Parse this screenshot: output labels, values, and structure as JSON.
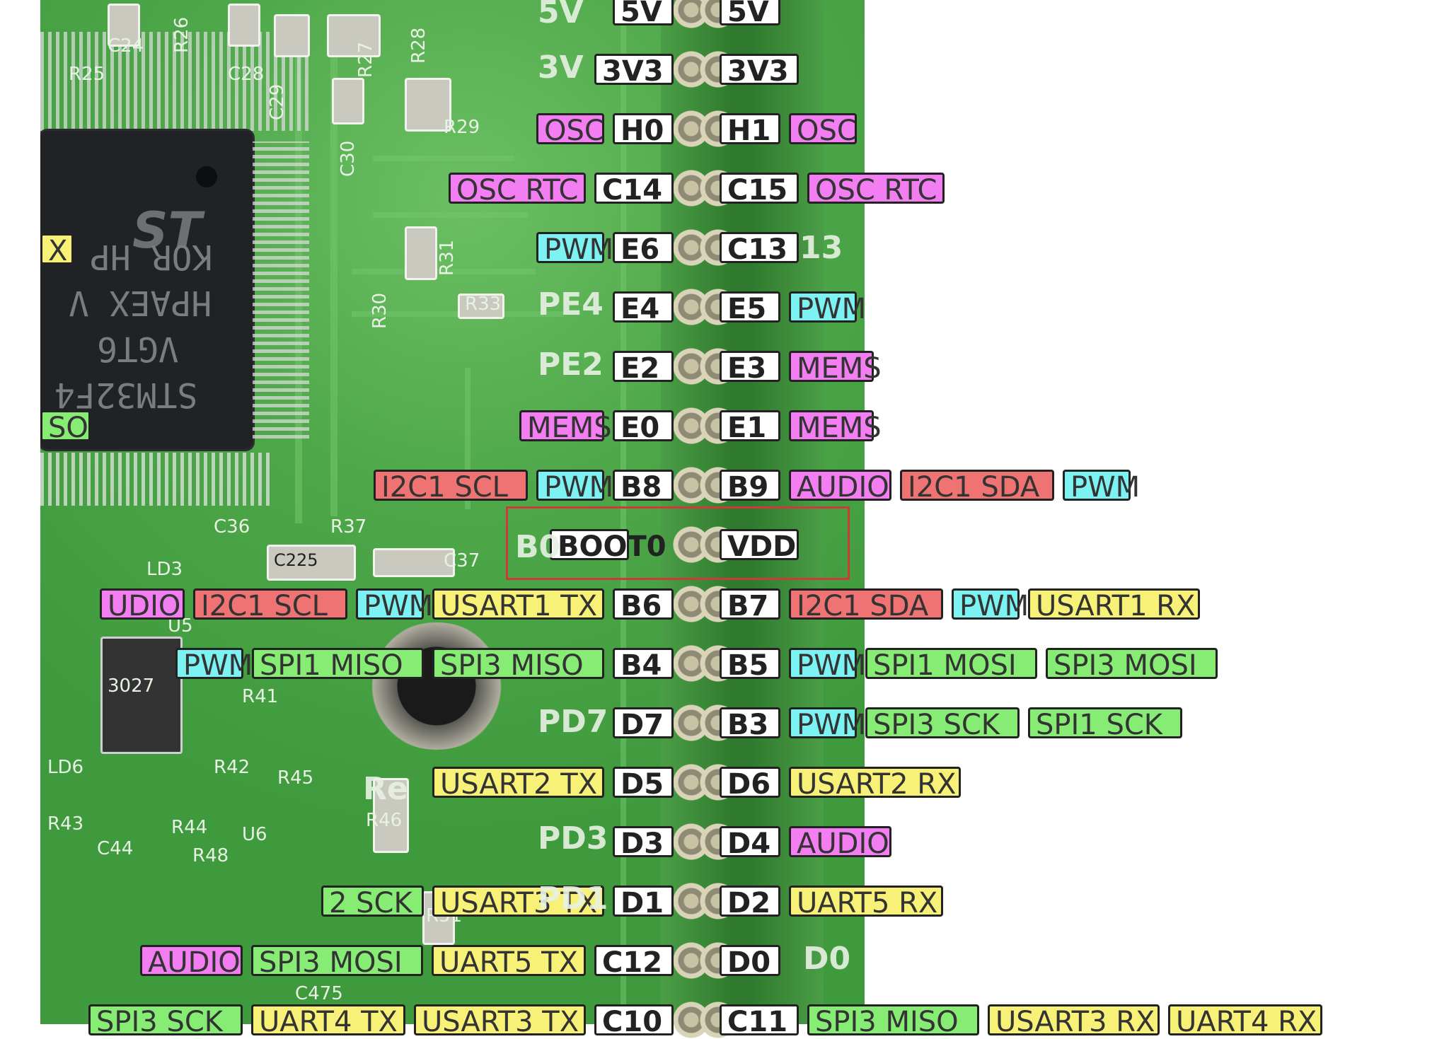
{
  "colors": {
    "osc": "#f27ef2",
    "mems": "#f27ef2",
    "audio": "#f27ef2",
    "pwm": "#7df2f2",
    "i2c": "#f07373",
    "usart": "#f7f277",
    "spi": "#86ec74",
    "pin": "#ffffff",
    "highlight": "#cc3b37",
    "board": "#4ea84a"
  },
  "chip_text": {
    "line1": "STM32F4",
    "line2": "VGT6",
    "line3": "HPAEX V",
    "line4": "KOR HP"
  },
  "board_silk": {
    "c24": "C24",
    "r26": "R26",
    "r25": "R25",
    "c28": "C28",
    "r27": "R27",
    "r28": "R28",
    "c29": "C29",
    "r29": "R29",
    "c30": "C30",
    "r31": "R31",
    "r33": "R33",
    "r30": "R30",
    "c36": "C36",
    "r37": "R37",
    "c225": "C225",
    "c37": "C37",
    "ld3": "LD3",
    "r41": "R41",
    "r42": "R42",
    "r45": "R45",
    "r43": "R43",
    "r44": "R44",
    "r46": "R46",
    "r48": "R48",
    "c44": "C44",
    "u6": "U6",
    "r51": "R51",
    "c475": "C475",
    "ld6": "LD6",
    "u5": "U5",
    "chip_marking": "3027",
    "pe4": "PE4",
    "pe2": "PE2",
    "pd7": "PD7",
    "pd3": "PD3",
    "pd1": "PD1",
    "v5": "5V",
    "v3": "3V",
    "n13": "13",
    "d0_silk": "D0",
    "b0_silk": "B0",
    "re_silk": "Re"
  },
  "rows": [
    {
      "left": [
        {
          "t": "5V",
          "c": "pin"
        }
      ],
      "right": [
        {
          "t": "5V",
          "c": "pin"
        }
      ]
    },
    {
      "left": [
        {
          "t": "3V3",
          "c": "pin"
        }
      ],
      "right": [
        {
          "t": "3V3",
          "c": "pin"
        }
      ]
    },
    {
      "left": [
        {
          "t": "OSC",
          "c": "osc"
        },
        {
          "t": "H0",
          "c": "pin"
        }
      ],
      "right": [
        {
          "t": "H1",
          "c": "pin"
        },
        {
          "t": "OSC",
          "c": "osc"
        }
      ]
    },
    {
      "left": [
        {
          "t": "OSC RTC",
          "c": "osc"
        },
        {
          "t": "C14",
          "c": "pin"
        }
      ],
      "right": [
        {
          "t": "C15",
          "c": "pin"
        },
        {
          "t": "OSC RTC",
          "c": "osc"
        }
      ]
    },
    {
      "left": [
        {
          "t": "PWM",
          "c": "pwm"
        },
        {
          "t": "E6",
          "c": "pin"
        }
      ],
      "right": [
        {
          "t": "C13",
          "c": "pin"
        }
      ]
    },
    {
      "left": [
        {
          "t": "E4",
          "c": "pin"
        }
      ],
      "right": [
        {
          "t": "E5",
          "c": "pin"
        },
        {
          "t": "PWM",
          "c": "pwm"
        }
      ]
    },
    {
      "left": [
        {
          "t": "E2",
          "c": "pin"
        }
      ],
      "right": [
        {
          "t": "E3",
          "c": "pin"
        },
        {
          "t": "MEMS",
          "c": "mems"
        }
      ]
    },
    {
      "left": [
        {
          "t": "MEMS",
          "c": "mems"
        },
        {
          "t": "E0",
          "c": "pin"
        }
      ],
      "right": [
        {
          "t": "E1",
          "c": "pin"
        },
        {
          "t": "MEMS",
          "c": "mems"
        }
      ]
    },
    {
      "left": [
        {
          "t": "I2C1 SCL",
          "c": "i2c"
        },
        {
          "t": "PWM",
          "c": "pwm"
        },
        {
          "t": "B8",
          "c": "pin"
        }
      ],
      "right": [
        {
          "t": "B9",
          "c": "pin"
        },
        {
          "t": "AUDIO",
          "c": "audio"
        },
        {
          "t": "I2C1 SDA",
          "c": "i2c"
        },
        {
          "t": "PWM",
          "c": "pwm"
        }
      ]
    },
    {
      "left": [
        {
          "t": "BOOT0",
          "c": "pin"
        }
      ],
      "right": [
        {
          "t": "VDD",
          "c": "pin"
        }
      ]
    },
    {
      "left": [
        {
          "t": "UDIO",
          "c": "audio"
        },
        {
          "t": "I2C1 SCL",
          "c": "i2c"
        },
        {
          "t": "PWM",
          "c": "pwm"
        },
        {
          "t": "USART1 TX",
          "c": "usart"
        },
        {
          "t": "B6",
          "c": "pin"
        }
      ],
      "right": [
        {
          "t": "B7",
          "c": "pin"
        },
        {
          "t": "I2C1 SDA",
          "c": "i2c"
        },
        {
          "t": "PWM",
          "c": "pwm"
        },
        {
          "t": "USART1 RX",
          "c": "usart"
        }
      ]
    },
    {
      "left": [
        {
          "t": "PWM",
          "c": "pwm"
        },
        {
          "t": "SPI1 MISO",
          "c": "spi"
        },
        {
          "t": "SPI3 MISO",
          "c": "spi"
        },
        {
          "t": "B4",
          "c": "pin"
        }
      ],
      "right": [
        {
          "t": "B5",
          "c": "pin"
        },
        {
          "t": "PWM",
          "c": "pwm"
        },
        {
          "t": "SPI1 MOSI",
          "c": "spi"
        },
        {
          "t": "SPI3 MOSI",
          "c": "spi"
        }
      ]
    },
    {
      "left": [
        {
          "t": "D7",
          "c": "pin"
        }
      ],
      "right": [
        {
          "t": "B3",
          "c": "pin"
        },
        {
          "t": "PWM",
          "c": "pwm"
        },
        {
          "t": "SPI3 SCK",
          "c": "spi"
        },
        {
          "t": "SPI1 SCK",
          "c": "spi"
        }
      ]
    },
    {
      "left": [
        {
          "t": "USART2 TX",
          "c": "usart"
        },
        {
          "t": "D5",
          "c": "pin"
        }
      ],
      "right": [
        {
          "t": "D6",
          "c": "pin"
        },
        {
          "t": "USART2 RX",
          "c": "usart"
        }
      ]
    },
    {
      "left": [
        {
          "t": "D3",
          "c": "pin"
        }
      ],
      "right": [
        {
          "t": "D4",
          "c": "pin"
        },
        {
          "t": "AUDIO",
          "c": "audio"
        }
      ]
    },
    {
      "left": [
        {
          "t": "2 SCK",
          "c": "spi"
        },
        {
          "t": "USART3 TX",
          "c": "usart"
        },
        {
          "t": "D1",
          "c": "pin"
        }
      ],
      "right": [
        {
          "t": "D2",
          "c": "pin"
        },
        {
          "t": "UART5 RX",
          "c": "usart"
        }
      ]
    },
    {
      "left": [
        {
          "t": "AUDIO",
          "c": "audio"
        },
        {
          "t": "SPI3 MOSI",
          "c": "spi"
        },
        {
          "t": "UART5 TX",
          "c": "usart"
        },
        {
          "t": "C12",
          "c": "pin"
        }
      ],
      "right": [
        {
          "t": "D0",
          "c": "pin"
        }
      ]
    },
    {
      "left": [
        {
          "t": "SPI3 SCK",
          "c": "spi"
        },
        {
          "t": "UART4 TX",
          "c": "usart"
        },
        {
          "t": "USART3 TX",
          "c": "usart"
        },
        {
          "t": "C10",
          "c": "pin"
        }
      ],
      "right": [
        {
          "t": "C11",
          "c": "pin"
        },
        {
          "t": "SPI3 MISO",
          "c": "spi"
        },
        {
          "t": "USART3 RX",
          "c": "usart"
        },
        {
          "t": "UART4 RX",
          "c": "usart"
        }
      ]
    },
    {
      "left": [
        {
          "t": "X",
          "c": "usart"
        }
      ],
      "right": []
    },
    {
      "left": [
        {
          "t": "SO",
          "c": "spi"
        }
      ],
      "right": []
    }
  ]
}
